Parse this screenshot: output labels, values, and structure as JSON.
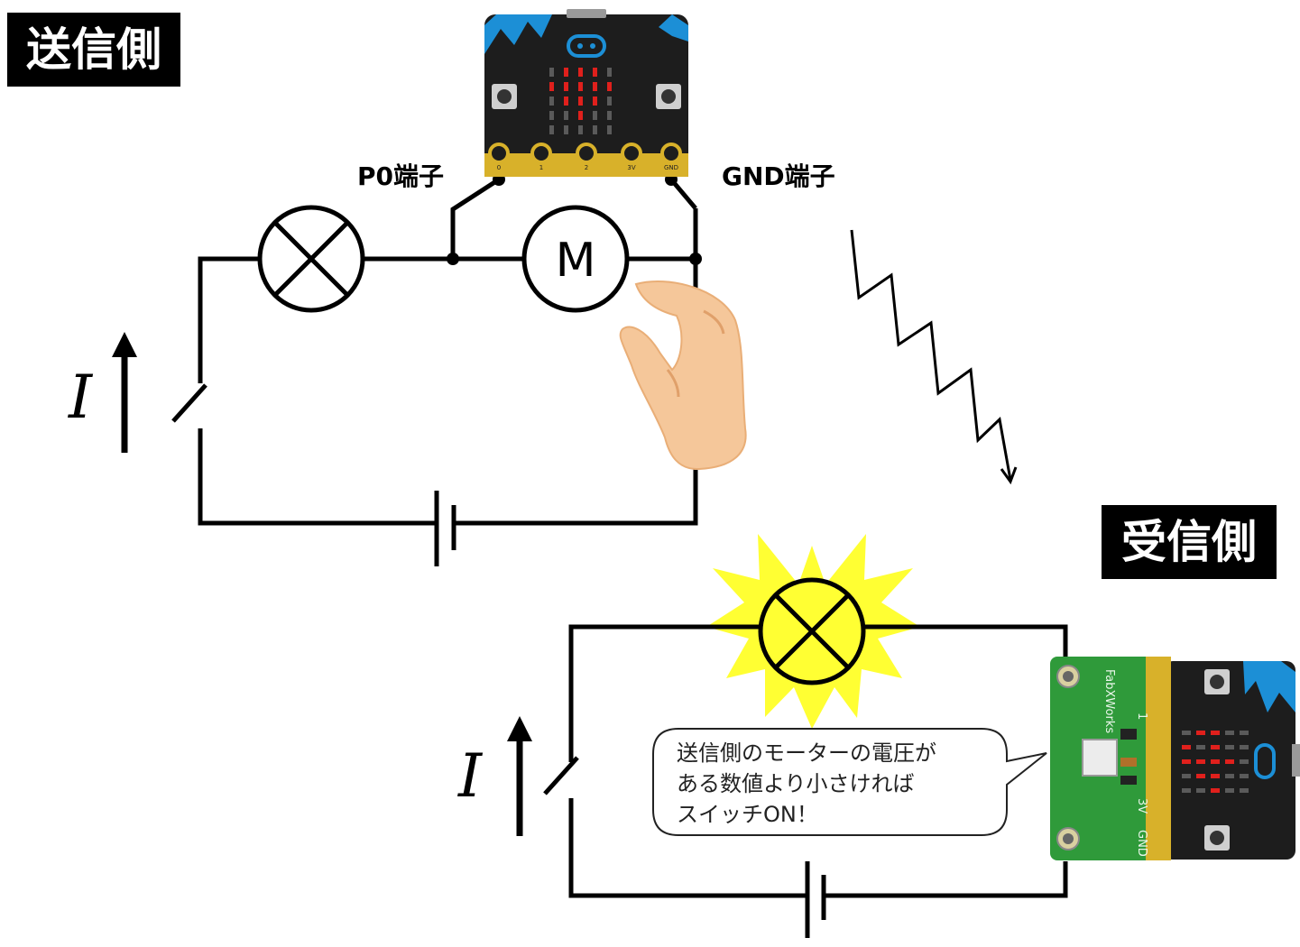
{
  "sender": {
    "title": "送信側",
    "p0_label": "P0端子",
    "gnd_label": "GND端子",
    "current_symbol": "I",
    "motor_symbol": "M"
  },
  "receiver": {
    "title": "受信側",
    "current_symbol": "I",
    "speech": "送信側のモーターの電圧が\nある数値より小さければ\nスイッチON！",
    "board_silk_brand": "FabXWorks",
    "board_silk_pins": [
      "1",
      "3V",
      "GND"
    ]
  },
  "microbit": {
    "pin_labels": [
      "0",
      "1",
      "2",
      "3V",
      "GND"
    ],
    "led_color": "#e0201c"
  },
  "colors": {
    "lamp_glow": "#ffff33",
    "microbit_body": "#1d1d1d",
    "microbit_accent": "#1c8fd6",
    "edge_gold": "#d8b12a",
    "pcb_green": "#2f9a3a",
    "hand_skin": "#f5c79a"
  }
}
